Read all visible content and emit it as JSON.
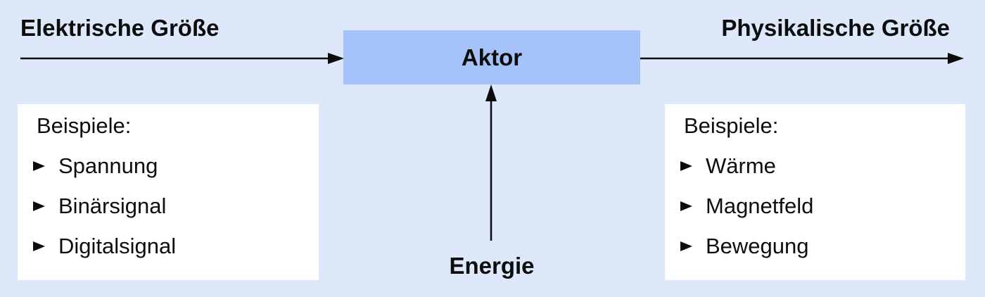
{
  "diagram": {
    "input_label": "Elektrische Größe",
    "output_label": "Physikalische Größe",
    "box_label": "Aktor",
    "energy_label": "Energie"
  },
  "left_panel": {
    "heading": "Beispiele:",
    "items": [
      "Spannung",
      "Binärsignal",
      "Digitalsignal"
    ]
  },
  "right_panel": {
    "heading": "Beispiele:",
    "items": [
      "Wärme",
      "Magnetfeld",
      "Bewegung"
    ]
  },
  "icons": {
    "bullet": "triangle-right-icon",
    "arrows": [
      "input-arrow-right",
      "output-arrow-right",
      "energy-arrow-up"
    ]
  },
  "colors": {
    "background": "#dde8fb",
    "box_fill": "#a5c3f8",
    "panel_fill": "#ffffff",
    "line": "#0d0d0d",
    "text": "#0d0d0d"
  }
}
